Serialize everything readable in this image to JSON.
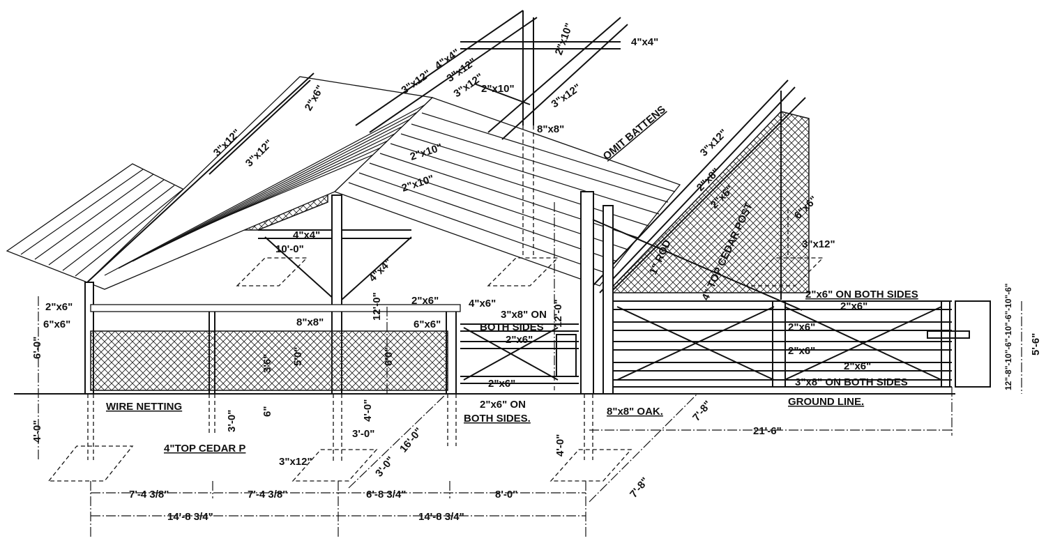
{
  "title": "Cattle shed and corral gate construction drawing",
  "labels": {
    "top_4x4": "4\"x4\"",
    "top_3x12_a": "3\"x12\"",
    "top_4x4_b": "4\"x4\"",
    "top_3x12_b": "3\"x12\"",
    "top_3x12_c": "3\"x12\"",
    "top_2x10_a": "2\"x10\"",
    "top_2x10_b": "2\"x10\"",
    "top_3x12_d": "3\"x12\"",
    "post_8x8_top": "8\"x8\"",
    "omit_battens": "OMIT BATTENS",
    "left_3x12_a": "3\"x12\"",
    "left_3x12_b": "3\"x12\"",
    "left_2x6": "2\"x6\"",
    "roof_2x10_a": "2\"x10\"",
    "roof_2x10_b": "2\"x10\"",
    "right_3x12": "3\"x12\"",
    "right_2x8": "2\"x8\"",
    "right_2x6": "2\"x6\"",
    "right_6x6": "6\"x6\"",
    "brace_4x4_a": "4\"x4\"",
    "brace_4x4_b": "4\"x4\"",
    "span_10_0": "10'-0\"",
    "height_12_0_a": "12'-0\"",
    "height_12_0_b": "12'-0\"",
    "rod": "1\" ROD",
    "cedar_post_right": "4\" TOP CEDAR POST",
    "footing_3x12_right": "3\"x12\"",
    "gate_2x6_both_sides": "2\"x6\" ON BOTH SIDES",
    "gate_2x6_1": "2\"x6\"",
    "gate_2x6_2": "2\"x6\"",
    "gate_2x6_3": "2\"x6\"",
    "gate_2x6_4": "2\"x6\"",
    "gate_3x8_both_sides": "3\"x8\" ON BOTH SIDES",
    "gate_height": "5'-6\"",
    "gate_spacing": "12\"-8\"-10\"-6\"-10\"-6\"-10\"-6\"",
    "ground_line": "GROUND LINE.",
    "dim_21_6": "21'-6\"",
    "dim_7_8_a": "7'-8\"",
    "dim_7_8_b": "7'-8\"",
    "oak_post": "8\"x8\" OAK.",
    "dim_4_0_gate": "4'-0\"",
    "small_gate_2x6_both": "2\"x6\" ON",
    "small_gate_2x6_both_b": "BOTH SIDES.",
    "small_gate_3x8": "3\"x8\" ON",
    "small_gate_3x8_b": "BOTH SIDES",
    "small_gate_2x6_a": "2\"x6\"",
    "small_gate_2x6_b": "2\"x6\"",
    "post_2x6": "2\"x6\"",
    "post_4x6": "4\"x6\"",
    "post_6x6": "6\"x6\"",
    "dim_16_0": "16'-0\"",
    "dim_3_0_a": "3'-0\"",
    "dim_3_0_b": "3'-0\"",
    "dim_4_0_mid": "4'-0\"",
    "footing_3x12_left": "3\"x12\"",
    "cedar_post_left": "4\"TOP CEDAR P",
    "wire_netting": "WIRE NETTING",
    "dim_3_0_c": "3'-0\"",
    "dim_6": "6\"",
    "dim_6_0_left": "6'-0\"",
    "dim_4_0_left": "4'-0\"",
    "left_2x6_rail": "2\"x6\"",
    "left_6x6_post": "6\"x6\"",
    "dim_3_6": "3'6\"",
    "dim_5_0": "5'0\"",
    "dim_6_0_mid": "6'0\"",
    "mid_8x8": "8\"x8\"",
    "bay_7_4_a": "7'-4 3/8\"",
    "bay_7_4_b": "7'-4 3/8\"",
    "bay_6_8": "6'-8 3/4\"",
    "bay_8_0": "8'-0\"",
    "total_14_8_a": "14'-8 3/4\"",
    "total_14_8_b": "14'-8 3/4\""
  }
}
